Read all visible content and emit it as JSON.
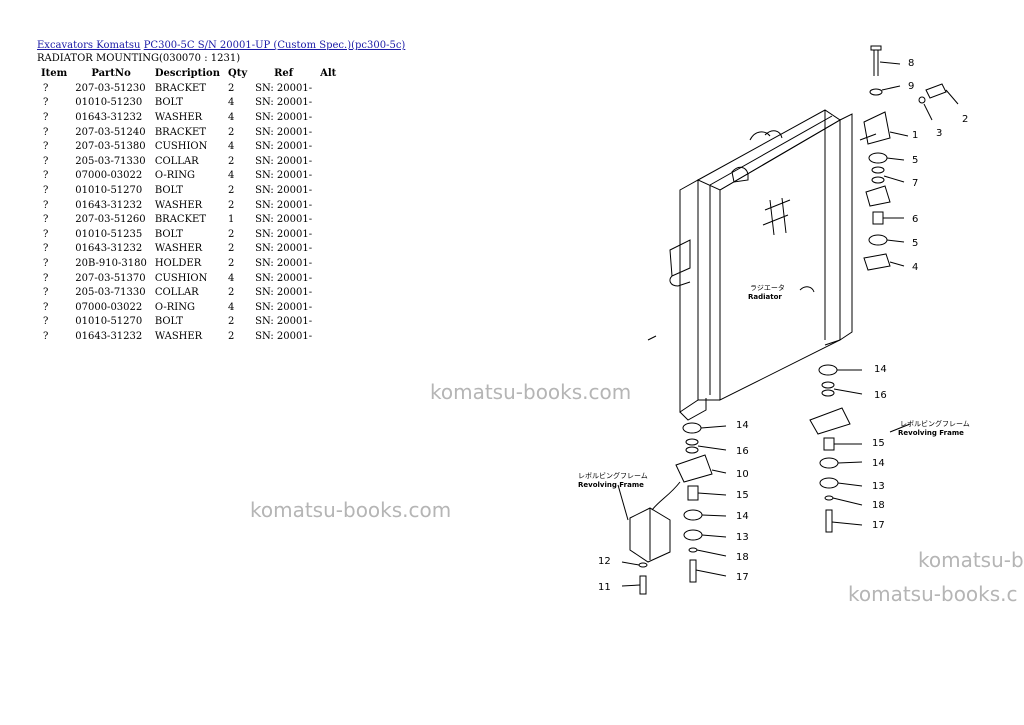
{
  "breadcrumb": {
    "category": "Excavators Komatsu",
    "model": "PC300-5C S/N 20001-UP (Custom Spec.)(pc300-5c)"
  },
  "section_title": "RADIATOR MOUNTING(030070 : 1231)",
  "table": {
    "headers": [
      "Item",
      "PartNo",
      "Description",
      "Qty",
      "Ref",
      "Alt"
    ],
    "rows": [
      [
        "?",
        "207-03-51230",
        "BRACKET",
        "2",
        "SN: 20001-",
        ""
      ],
      [
        "?",
        "01010-51230",
        "BOLT",
        "4",
        "SN: 20001-",
        ""
      ],
      [
        "?",
        "01643-31232",
        "WASHER",
        "4",
        "SN: 20001-",
        ""
      ],
      [
        "?",
        "207-03-51240",
        "BRACKET",
        "2",
        "SN: 20001-",
        ""
      ],
      [
        "?",
        "207-03-51380",
        "CUSHION",
        "4",
        "SN: 20001-",
        ""
      ],
      [
        "?",
        "205-03-71330",
        "COLLAR",
        "2",
        "SN: 20001-",
        ""
      ],
      [
        "?",
        "07000-03022",
        "O-RING",
        "4",
        "SN: 20001-",
        ""
      ],
      [
        "?",
        "01010-51270",
        "BOLT",
        "2",
        "SN: 20001-",
        ""
      ],
      [
        "?",
        "01643-31232",
        "WASHER",
        "2",
        "SN: 20001-",
        ""
      ],
      [
        "?",
        "207-03-51260",
        "BRACKET",
        "1",
        "SN: 20001-",
        ""
      ],
      [
        "?",
        "01010-51235",
        "BOLT",
        "2",
        "SN: 20001-",
        ""
      ],
      [
        "?",
        "01643-31232",
        "WASHER",
        "2",
        "SN: 20001-",
        ""
      ],
      [
        "?",
        "20B-910-3180",
        "HOLDER",
        "2",
        "SN: 20001-",
        ""
      ],
      [
        "?",
        "207-03-51370",
        "CUSHION",
        "4",
        "SN: 20001-",
        ""
      ],
      [
        "?",
        "205-03-71330",
        "COLLAR",
        "2",
        "SN: 20001-",
        ""
      ],
      [
        "?",
        "07000-03022",
        "O-RING",
        "4",
        "SN: 20001-",
        ""
      ],
      [
        "?",
        "01010-51270",
        "BOLT",
        "2",
        "SN: 20001-",
        ""
      ],
      [
        "?",
        "01643-31232",
        "WASHER",
        "2",
        "SN: 20001-",
        ""
      ]
    ]
  },
  "watermarks": [
    "komatsu-books.com",
    "komatsu-books.com",
    "komatsu-b",
    "komatsu-books.c"
  ],
  "diagram": {
    "callouts": [
      "8",
      "9",
      "2",
      "3",
      "1",
      "5",
      "7",
      "6",
      "5",
      "4",
      "14",
      "16",
      "15",
      "14",
      "13",
      "18",
      "17",
      "14",
      "16",
      "10",
      "15",
      "14",
      "13",
      "18",
      "17",
      "12",
      "11"
    ],
    "radiator_jp": "ラジエータ",
    "radiator_label": "Radiator",
    "frame_jp": "レボルビングフレーム",
    "frame_label": "Revolving Frame"
  }
}
